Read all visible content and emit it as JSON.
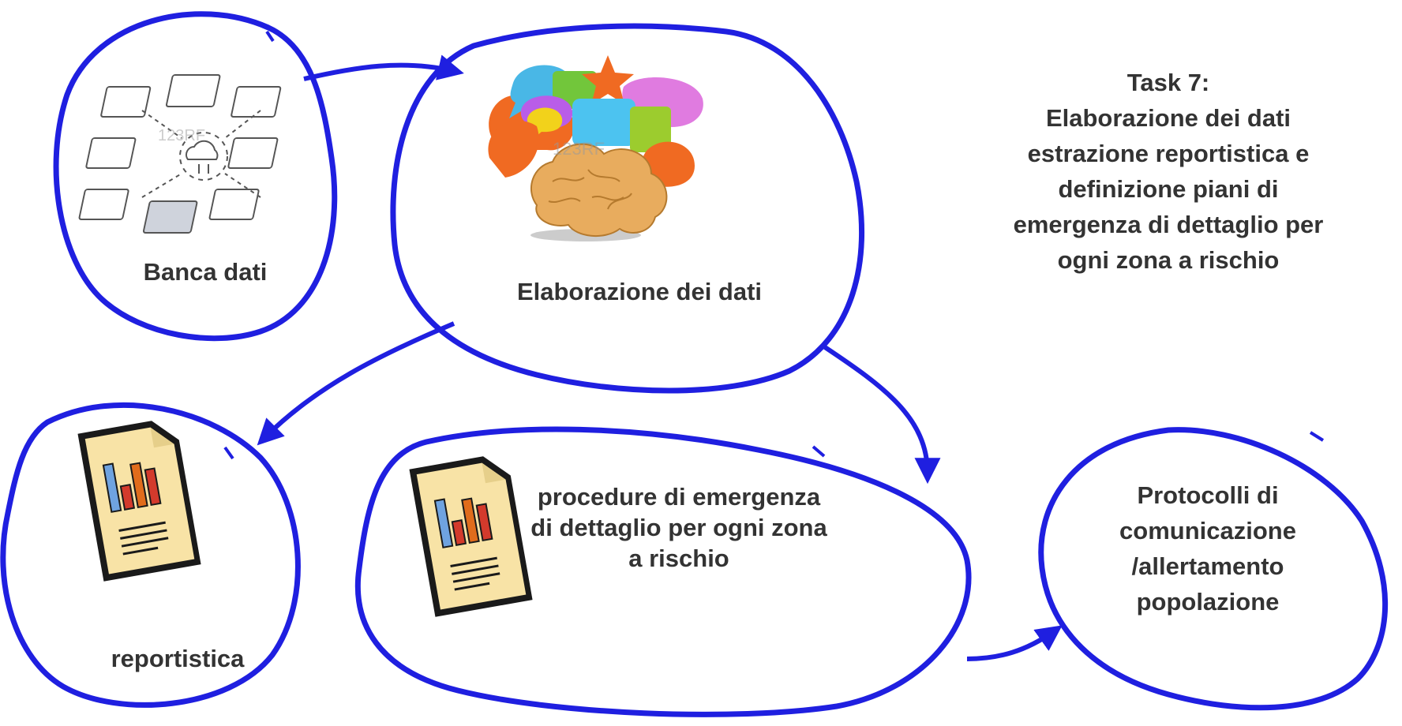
{
  "colors": {
    "outline": "#1f1fe0",
    "text": "#333333"
  },
  "task": {
    "lines": [
      "Task 7:",
      "Elaborazione dei dati",
      "estrazione reportistica e",
      "definizione piani di",
      "emergenza di dettaglio per",
      "ogni zona a rischio"
    ]
  },
  "nodes": {
    "banca_dati": {
      "label": "Banca dati",
      "icon": "database-map-icon"
    },
    "elaborazione": {
      "label": "Elaborazione dei dati",
      "icon": "brain-speech-bubbles-icon"
    },
    "reportistica": {
      "label": "reportistica",
      "icon": "report-document-icon"
    },
    "procedure": {
      "lines": [
        "procedure di emergenza",
        "di dettaglio per ogni zona",
        "a rischio"
      ],
      "icon": "report-document-icon"
    },
    "protocolli": {
      "lines": [
        "Protocolli di",
        "comunicazione",
        "/allertamento",
        "popolazione"
      ]
    }
  },
  "watermark": "123RF"
}
